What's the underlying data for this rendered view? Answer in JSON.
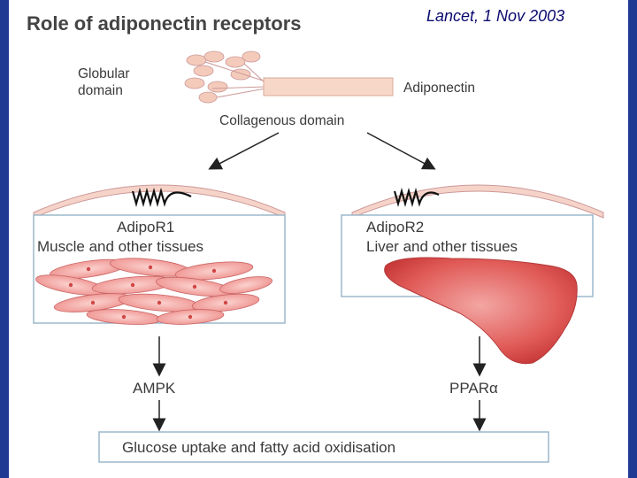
{
  "slide": {
    "title": "Role of adiponectin receptors",
    "caption": "Lancet, 1 Nov 2003"
  },
  "diagram": {
    "adiponectin": {
      "globular_label_line1": "Globular",
      "globular_label_line2": "domain",
      "name": "Adiponectin",
      "collagenous_label": "Collagenous domain"
    },
    "receptor1": {
      "name": "AdipoR1",
      "tissue": "Muscle and other tissues",
      "pathway": "AMPK"
    },
    "receptor2": {
      "name": "AdipoR2",
      "tissue": "Liver and other tissues",
      "pathway": "PPARα"
    },
    "outcome": "Glucose uptake and fatty acid oxidisation"
  },
  "colors": {
    "background_frame": "#1f3a93",
    "membrane": "#f6d3c8",
    "cell_fill": "#f2a0a0",
    "liver_fill": "#d9534f",
    "adiponectin_rod": "#f7d8c8"
  }
}
